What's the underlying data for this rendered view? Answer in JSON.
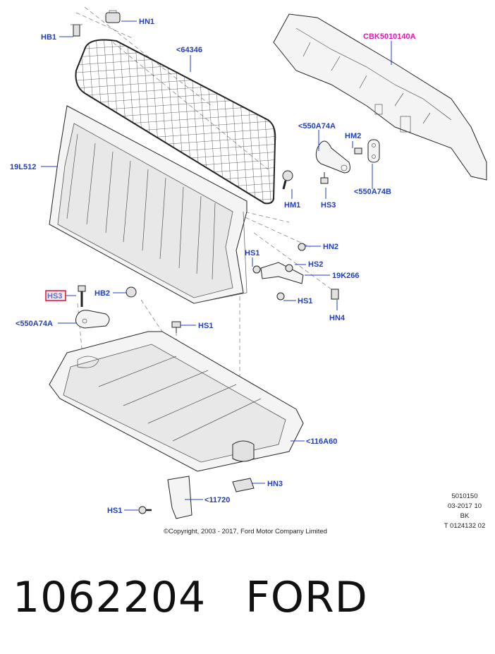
{
  "callouts": {
    "hn1": "HN1",
    "hb1": "HB1",
    "p64346": "<64346",
    "cbk": "CBK5010140A",
    "p550a74a_top": "<550A74A",
    "hm2": "HM2",
    "p19l512": "19L512",
    "hm1": "HM1",
    "hs3_mid": "HS3",
    "p550a74b": "<550A74B",
    "hn2": "HN2",
    "hs1_mid": "HS1",
    "hs2": "HS2",
    "p19k266": "19K266",
    "hs3_sel": "HS3",
    "hb2": "HB2",
    "hs1_right": "HS1",
    "hn4": "HN4",
    "p550a74a_left": "<550A74A",
    "hs1_center": "HS1",
    "p116a60": "<116A60",
    "hn3": "HN3",
    "hs1_bottom": "HS1",
    "p11720": "<11720"
  },
  "info": {
    "line1": "5010150",
    "line2": "03-2017 10",
    "line3": "BK",
    "line4": "T 0124132 02"
  },
  "copyright": "©Copyright, 2003 - 2017, Ford Motor Company Limited",
  "footer": {
    "part_number": "1062204",
    "brand": "FORD"
  },
  "colors": {
    "callout": "#1f3fbf",
    "callout_highlight": "#d81bb5",
    "selected_box": "#e0203a"
  }
}
